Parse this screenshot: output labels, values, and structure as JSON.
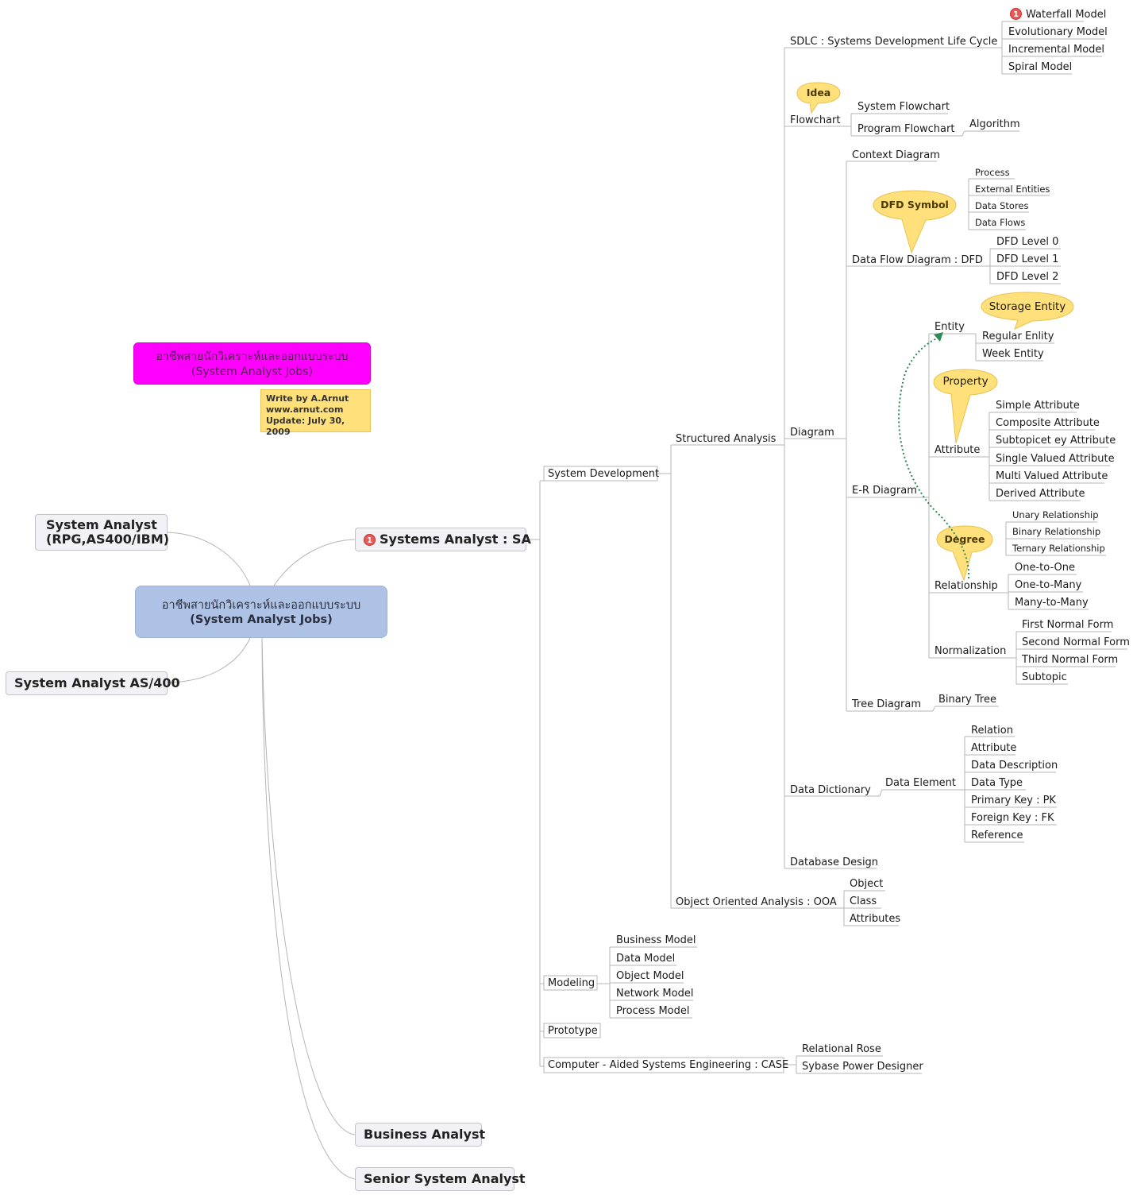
{
  "central": {
    "line1": "อาชีพสายนักวิเคราะห์และออกแบบระบบ",
    "line2": "(System Analyst Jobs)"
  },
  "floating": {
    "line1": "อาชีพสายนักวิเคราะห์และออกแบบระบบ",
    "line2": "(System Analyst Jobs)"
  },
  "note": {
    "line1": "Write by A.Arnut",
    "line2": "www.arnut.com",
    "line3": "Update: July 30, 2009"
  },
  "main_topics": {
    "rpg_line1": "System Analyst",
    "rpg_line2": "(RPG,AS400/IBM)",
    "as400": "System Analyst AS/400",
    "sa": "Systems Analyst : SA",
    "business": "Business Analyst",
    "senior": "Senior System Analyst",
    "sa_priority": "1"
  },
  "sa_children": {
    "system_development": "System Development",
    "modeling": "Modeling",
    "prototype": "Prototype",
    "case": "Computer - Aided Systems Engineering : CASE"
  },
  "system_development": {
    "structured": "Structured Analysis",
    "ooa": "Object Oriented Analysis : OOA"
  },
  "structured": {
    "sdlc": "SDLC : Systems Development Life Cycle",
    "flowchart": "Flowchart",
    "diagram": "Diagram",
    "data_dictionary": "Data Dictionary",
    "database_design": "Database Design"
  },
  "sdlc": {
    "waterfall": "Waterfall Model",
    "waterfall_priority": "1",
    "evolutionary": "Evolutionary Model",
    "incremental": "Incremental Model",
    "spiral": "Spiral Model"
  },
  "flowchart": {
    "system": "System Flowchart",
    "program": "Program Flowchart",
    "algorithm": "Algorithm",
    "idea": "Idea"
  },
  "diagram": {
    "context": "Context Diagram",
    "dfd": "Data Flow Diagram : DFD",
    "er": "E-R Diagram",
    "tree": "Tree Diagram"
  },
  "dfd": {
    "symbol_callout": "DFD Symbol",
    "process": "Process",
    "external": "External Entities",
    "stores": "Data Stores",
    "flows": "Data Flows",
    "level0": "DFD Level 0",
    "level1": "DFD Level 1",
    "level2": "DFD Level 2"
  },
  "er": {
    "entity": "Entity",
    "storage_callout": "Storage Entity",
    "regular": "Regular Enlity",
    "week": "Week Entity",
    "attribute": "Attribute",
    "property_callout": "Property",
    "simple": "Simple Attribute",
    "composite": "Composite Attribute",
    "subtopicet": "Subtopicet ey Attribute",
    "single": "Single Valued Attribute",
    "multi": "Multi Valued Attribute",
    "derived": "Derived Attribute",
    "relationship": "Relationship",
    "degree_callout": "Degree",
    "unary": "Unary Relationship",
    "binary": "Binary Relationship",
    "ternary": "Ternary Relationship",
    "one_one": "One-to-One",
    "one_many": "One-to-Many",
    "many_many": "Many-to-Many",
    "normalization": "Normalization",
    "nf1": "First Normal Form",
    "nf2": "Second Normal Form",
    "nf3": "Third Normal Form",
    "subtopic": "Subtopic"
  },
  "tree": {
    "binary": "Binary Tree"
  },
  "data_dictionary": {
    "element": "Data Element",
    "relation": "Relation",
    "attribute": "Attribute",
    "description": "Data Description",
    "type": "Data Type",
    "pk": "Primary Key : PK",
    "fk": "Foreign Key : FK",
    "reference": "Reference"
  },
  "ooa": {
    "object": "Object",
    "class": "Class",
    "attributes": "Attributes"
  },
  "modeling": {
    "business": "Business Model",
    "data": "Data Model",
    "object": "Object Model",
    "network": "Network Model",
    "process": "Process Model"
  },
  "case": {
    "rose": "Relational Rose",
    "sybase": "Sybase Power Designer"
  },
  "colors": {
    "central_fill": "#aec2e5",
    "floating_fill": "#ff00ff",
    "note_fill": "#ffe07a",
    "callout_fill": "#ffe07a",
    "topic_fill": "#f1f1f6",
    "relationship_arrow": "#2e8b57",
    "priority_marker": "#e85a5a"
  }
}
